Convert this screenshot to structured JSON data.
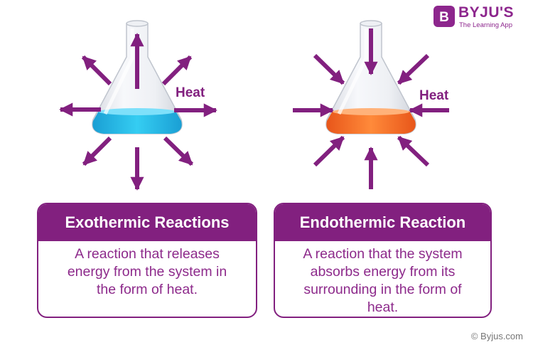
{
  "brand": {
    "name": "BYJU'S",
    "tagline": "The Learning App",
    "logo_letter": "B"
  },
  "left": {
    "heat_label": "Heat",
    "title": "Exothermic Reactions",
    "lines": [
      "A reaction that releases",
      "energy from the system in",
      "the form of heat."
    ],
    "liquid_color": "#29c3ee"
  },
  "right": {
    "heat_label": "Heat",
    "title": "Endothermic Reaction",
    "lines": [
      "A reaction that the system",
      "absorbs energy from its",
      "surrounding in the form of",
      "heat."
    ],
    "liquid_color": "#f26a22"
  },
  "colors": {
    "arrow": "#82207f",
    "title_bar": "#82207f",
    "body_text": "#8d2a8b"
  },
  "copyright": "© Byjus.com"
}
